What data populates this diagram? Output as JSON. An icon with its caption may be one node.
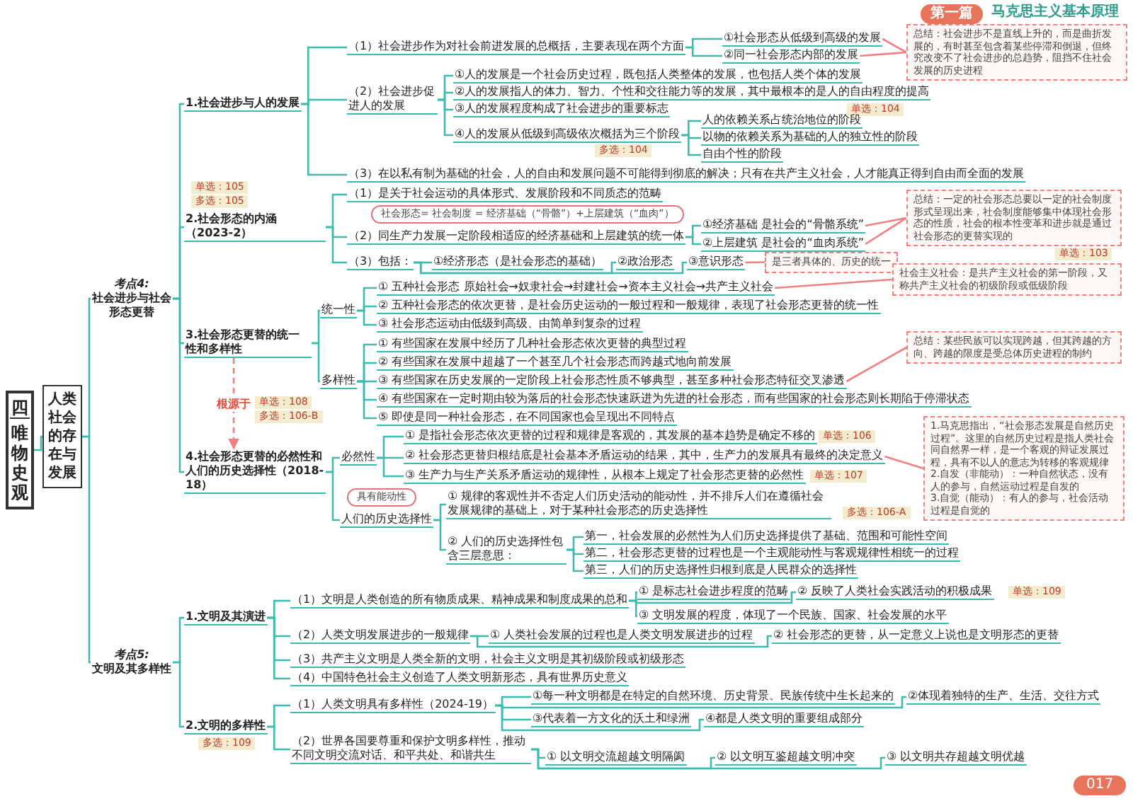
{
  "diagram": {
    "nodes": [
      {
        "text": [
          "四",
          "唯物史观"
        ]
      },
      {
        "text": [
          "人类社会的存在与发展"
        ]
      },
      {
        "text": [
          "考点4:",
          "社会进步与社会形态更替"
        ]
      },
      {
        "text": [
          "1.社会进步与人的发展"
        ]
      },
      {
        "text": [
          "（1）社会进步作为对社会前进发展的总概括，主要表现在两个方面"
        ]
      },
      {
        "text": [
          "①社会形态从低级到高级的发展"
        ]
      },
      {
        "text": [
          "②同一社会形态内部的发展"
        ]
      },
      {
        "text": [
          "总结：社会进步不是直线上升的，而是曲折发展的，有时甚至包含着某些停滞和倒退，但终究改变不了社会进步的总趋势，阻挡不住社会发展的历史进程"
        ]
      },
      {
        "text": [
          "（2）社会进步促进人的发展"
        ]
      },
      {
        "text": [
          "①人的发展是一个社会历史过程，既包括人类整体的发展，也包括人类个体的发展"
        ]
      },
      {
        "text": [
          "②人的发展指人的体力、智力、个性和交往能力等的发展，其中最根本的是人的自由程度的提高"
        ],
        "beside": [
          "单选：104"
        ]
      },
      {
        "text": [
          "③人的发展程度构成了社会进步的重要标志"
        ]
      },
      {
        "text": [
          "④人的发展从低级到高级依次概括为三个阶段"
        ],
        "beside": [
          "多选：104"
        ]
      },
      {
        "text": [
          "人的依赖关系占统治地位的阶段"
        ]
      },
      {
        "text": [
          "以物的依赖关系为基础的人的独立性的阶段"
        ]
      },
      {
        "text": [
          "自由个性的阶段"
        ]
      },
      {
        "text": [
          "（3）在以私有制为基础的社会，人的自由和发展问题不可能得到彻底的解决；只有在共产主义社会，人才能真正得到自由而全面的发展"
        ]
      },
      {
        "text": [
          "2.社会形态的内涵（2023-2）"
        ],
        "beside": [
          "单选：105",
          "多选：105"
        ]
      },
      {
        "text": [
          "（1）是关于社会运动的具体形式、发展阶段和不同质态的范畴"
        ]
      },
      {
        "text": [
          "社会形态= 社会制度 = 经济基础（“骨骼”）+上层建筑（“血肉”）"
        ]
      },
      {
        "text": [
          "（2）同生产力发展一定阶段相适应的经济基础和上层建筑的统一体"
        ]
      },
      {
        "text": [
          "①经济基础 是社会的“骨骼系统”"
        ]
      },
      {
        "text": [
          "②上层建筑 是社会的“血肉系统”"
        ]
      },
      {
        "text": [
          "总结：一定的社会形态总要以一定的社会制度形式呈现出来，社会制度能够集中体现社会形态的性质，社会的根本性变革和进步就是通过社会形态的更替实现的"
        ],
        "beside": [
          "单选：103"
        ]
      },
      {
        "text": [
          "（3）包括："
        ]
      },
      {
        "text": [
          "①经济形态（是社会形态的基础）"
        ]
      },
      {
        "text": [
          "②政治形态"
        ]
      },
      {
        "text": [
          "③意识形态"
        ]
      },
      {
        "text": [
          "是三者具体的、历史的统一"
        ]
      },
      {
        "text": [
          "3.社会形态更替的统一性和多样性"
        ]
      },
      {
        "text": [
          "统一性"
        ]
      },
      {
        "text": [
          "① 五种社会形态 原始社会→奴隶社会→封建社会→资本主义社会→共产主义社会"
        ]
      },
      {
        "text": [
          "社会主义社会：是共产主义社会的第一阶段，又称共产主义社会的初级阶段或低级阶段"
        ]
      },
      {
        "text": [
          "② 五种社会形态的依次更替，是社会历史运动的一般过程和一般规律，表现了社会形态更替的统一性"
        ]
      },
      {
        "text": [
          "③ 社会形态运动由低级到高级、由简单到复杂的过程"
        ]
      },
      {
        "text": [
          "多样性"
        ]
      },
      {
        "text": [
          "① 有些国家在发展中经历了几种社会形态依次更替的典型过程"
        ]
      },
      {
        "text": [
          "② 有些国家在发展中超越了一个甚至几个社会形态而跨越式地向前发展"
        ]
      },
      {
        "text": [
          "③ 有些国家在历史发展的一定阶段上社会形态性质不够典型，甚至多种社会形态特征交叉渗透"
        ]
      },
      {
        "text": [
          "④ 有些国家在一定时期由较为落后的社会形态快速跃进为先进的社会形态，而有些国家的社会形态则长期陷于停滞状态"
        ],
        "beside": [
          "单选：108",
          "多选：106-B"
        ]
      },
      {
        "text": [
          "⑤ 即使是同一种社会形态，在不同国家也会呈现出不同特点"
        ]
      },
      {
        "text": [
          "总结：某些民族可以实现跨越，但其跨越的方向、跨越的限度是受总体历史进程的制约"
        ]
      },
      {
        "text": [
          "4.社会形态更替的必然性和人们的历史选择性（2018-18）"
        ]
      },
      {
        "text": [
          "必然性"
        ]
      },
      {
        "text": [
          "① 是指社会形态依次更替的过程和规律是客观的，其发展的基本趋势是确定不移的"
        ],
        "beside": [
          "单选：106"
        ]
      },
      {
        "text": [
          "② 社会形态更替归根结底是社会基本矛盾运动的结果，其中，生产力的发展具有最终的决定意义"
        ]
      },
      {
        "text": [
          "③ 生产力与生产关系矛盾运动的规律性，从根本上规定了社会形态更替的必然性"
        ],
        "beside": [
          "单选：107"
        ]
      },
      {
        "text": [
          "1.马克思指出，“社会形态发展是自然历史过程”。这里的自然历史过程是指人类社会同自然界一样，是一个客观的辩证发展过程，具有不以人的意志为转移的客观规律",
          "2.自发（非能动）：一种自然状态，没有人的参与，自然运动过程是自发的",
          "3.自觉（能动）：有人的参与，社会活动过程是自觉的"
        ]
      },
      {
        "text": [
          "具有能动性"
        ]
      },
      {
        "text": [
          "人们的历史选择性"
        ]
      },
      {
        "text": [
          "① 规律的客观性并不否定人们历史活动的能动性，并不排斥人们在遵循社会发展规律的基础上，对于某种社会形态的历史选择性"
        ],
        "beside": [
          "多选：106-A"
        ]
      },
      {
        "text": [
          "② 人们的历史选择性包含三层意思："
        ]
      },
      {
        "text": [
          "第一，社会发展的必然性为人们历史选择提供了基础、范围和可能性空间"
        ]
      },
      {
        "text": [
          "第二，社会形态更替的过程也是一个主观能动性与客观规律性相统一的过程"
        ]
      },
      {
        "text": [
          "第三，人们的历史选择性归根到底是人民群众的选择性"
        ]
      },
      {
        "text": [
          "考点5:",
          "文明及其多样性"
        ]
      },
      {
        "text": [
          "1.文明及其演进"
        ]
      },
      {
        "text": [
          "（1）文明是人类创造的所有物质成果、精神成果和制度成果的总和"
        ]
      },
      {
        "text": [
          "① 是标志社会进步程度的范畴"
        ]
      },
      {
        "text": [
          "② 反映了人类社会实践活动的积极成果"
        ],
        "beside": [
          "单选：109"
        ]
      },
      {
        "text": [
          "③ 文明发展的程度，体现了一个民族、国家、社会发展的水平"
        ]
      },
      {
        "text": [
          "（2）人类文明发展进步的一般规律"
        ]
      },
      {
        "text": [
          "① 人类社会发展的过程也是人类文明发展进步的过程"
        ]
      },
      {
        "text": [
          "② 社会形态的更替，从一定意义上说也是文明形态的更替"
        ]
      },
      {
        "text": [
          "（3）共产主义文明是人类全新的文明，社会主义文明是其初级阶段或初级形态"
        ]
      },
      {
        "text": [
          "（4）中国特色社会主义创造了人类文明新形态，具有世界历史意义"
        ]
      },
      {
        "text": [
          "2.文明的多样性"
        ],
        "beside": [
          "多选：109"
        ]
      },
      {
        "text": [
          "（1）人类文明具有多样性（2024-19）"
        ]
      },
      {
        "text": [
          "①每一种文明都是在特定的自然环境、历史背景、民族传统中生长起来的"
        ]
      },
      {
        "text": [
          "②体现着独特的生产、生活、交往方式"
        ]
      },
      {
        "text": [
          "③代表着一方文化的沃土和绿洲"
        ]
      },
      {
        "text": [
          "④都是人类文明的重要组成部分"
        ]
      },
      {
        "text": [
          "（2）世界各国要尊重和保护文明多样性，推动不同文明交流对话、和平共处、和谐共生"
        ]
      },
      {
        "text": [
          "① 以文明交流超越文明隔阂"
        ]
      },
      {
        "text": [
          "② 以文明互鉴超越文明冲突"
        ]
      },
      {
        "text": [
          "③ 以文明共存超越文明优越"
        ]
      }
    ],
    "edges": [
      {
        "from": 0,
        "to": 1,
        "arrow": "none"
      },
      {
        "from": 1,
        "to": 2,
        "arrow": "none"
      },
      {
        "from": 1,
        "to": 55,
        "arrow": "none"
      },
      {
        "from": 2,
        "to": 3,
        "arrow": "none"
      },
      {
        "from": 3,
        "to": 4,
        "arrow": "none"
      },
      {
        "from": 4,
        "to": 5,
        "arrow": "none"
      },
      {
        "from": 4,
        "to": 6,
        "arrow": "none"
      },
      {
        "from": 5,
        "to": 7,
        "arrow": "none",
        "color": "#f08080"
      },
      {
        "from": 6,
        "to": 7,
        "arrow": "none",
        "color": "#f08080"
      },
      {
        "from": 3,
        "to": 8,
        "arrow": "none"
      },
      {
        "from": 8,
        "to": 9,
        "arrow": "none"
      },
      {
        "from": 8,
        "to": 10,
        "arrow": "none"
      },
      {
        "from": 8,
        "to": 11,
        "arrow": "none"
      },
      {
        "from": 8,
        "to": 12,
        "arrow": "none"
      },
      {
        "from": 12,
        "to": 13,
        "arrow": "none"
      },
      {
        "from": 12,
        "to": 14,
        "arrow": "none"
      },
      {
        "from": 12,
        "to": 15,
        "arrow": "none"
      },
      {
        "from": 3,
        "to": 16,
        "arrow": "none"
      },
      {
        "from": 2,
        "to": 17,
        "arrow": "none"
      },
      {
        "from": 17,
        "to": 18,
        "arrow": "none"
      },
      {
        "from": 17,
        "to": 20,
        "arrow": "none"
      },
      {
        "from": 20,
        "to": 21,
        "arrow": "none"
      },
      {
        "from": 20,
        "to": 22,
        "arrow": "none"
      },
      {
        "from": 21,
        "to": 23,
        "arrow": "none",
        "color": "#f08080"
      },
      {
        "from": 22,
        "to": 23,
        "arrow": "none",
        "color": "#f08080"
      },
      {
        "from": 17,
        "to": 24,
        "arrow": "none"
      },
      {
        "from": 24,
        "to": 25,
        "arrow": "none"
      },
      {
        "from": 24,
        "to": 26,
        "arrow": "none"
      },
      {
        "from": 24,
        "to": 27,
        "arrow": "none"
      },
      {
        "from": 27,
        "to": 28,
        "arrow": "none",
        "color": "#f08080"
      },
      {
        "from": 2,
        "to": 29,
        "arrow": "none"
      },
      {
        "from": 29,
        "to": 30,
        "arrow": "none"
      },
      {
        "from": 30,
        "to": 31,
        "arrow": "none"
      },
      {
        "from": 31,
        "to": 32,
        "arrow": "none",
        "color": "#f08080"
      },
      {
        "from": 30,
        "to": 33,
        "arrow": "none"
      },
      {
        "from": 30,
        "to": 34,
        "arrow": "none"
      },
      {
        "from": 29,
        "to": 35,
        "arrow": "none"
      },
      {
        "from": 35,
        "to": 36,
        "arrow": "none"
      },
      {
        "from": 35,
        "to": 37,
        "arrow": "none"
      },
      {
        "from": 35,
        "to": 38,
        "arrow": "none"
      },
      {
        "from": 35,
        "to": 39,
        "arrow": "none"
      },
      {
        "from": 35,
        "to": 40,
        "arrow": "none"
      },
      {
        "from": 38,
        "to": 41,
        "arrow": "none",
        "color": "#f08080"
      },
      {
        "from": 29,
        "to": 42,
        "arrow": "to",
        "label": "根源于",
        "style": "dashed",
        "color": "#f08080"
      },
      {
        "from": 2,
        "to": 42,
        "arrow": "none"
      },
      {
        "from": 42,
        "to": 43,
        "arrow": "none"
      },
      {
        "from": 43,
        "to": 44,
        "arrow": "none"
      },
      {
        "from": 43,
        "to": 45,
        "arrow": "none"
      },
      {
        "from": 43,
        "to": 46,
        "arrow": "none"
      },
      {
        "from": 45,
        "to": 47,
        "arrow": "none",
        "color": "#f08080"
      },
      {
        "from": 42,
        "to": 49,
        "arrow": "none"
      },
      {
        "from": 49,
        "to": 50,
        "arrow": "none"
      },
      {
        "from": 49,
        "to": 51,
        "arrow": "none"
      },
      {
        "from": 51,
        "to": 52,
        "arrow": "none"
      },
      {
        "from": 51,
        "to": 53,
        "arrow": "none"
      },
      {
        "from": 51,
        "to": 54,
        "arrow": "none"
      },
      {
        "from": 55,
        "to": 56,
        "arrow": "none"
      },
      {
        "from": 56,
        "to": 57,
        "arrow": "none"
      },
      {
        "from": 57,
        "to": 58,
        "arrow": "none"
      },
      {
        "from": 57,
        "to": 59,
        "arrow": "none"
      },
      {
        "from": 57,
        "to": 60,
        "arrow": "none"
      },
      {
        "from": 56,
        "to": 61,
        "arrow": "none"
      },
      {
        "from": 61,
        "to": 62,
        "arrow": "none"
      },
      {
        "from": 61,
        "to": 63,
        "arrow": "none"
      },
      {
        "from": 56,
        "to": 64,
        "arrow": "none"
      },
      {
        "from": 56,
        "to": 65,
        "arrow": "none"
      },
      {
        "from": 55,
        "to": 66,
        "arrow": "none"
      },
      {
        "from": 66,
        "to": 67,
        "arrow": "none"
      },
      {
        "from": 67,
        "to": 68,
        "arrow": "none"
      },
      {
        "from": 67,
        "to": 69,
        "arrow": "none"
      },
      {
        "from": 67,
        "to": 70,
        "arrow": "none"
      },
      {
        "from": 67,
        "to": 71,
        "arrow": "none"
      },
      {
        "from": 66,
        "to": 72,
        "arrow": "none"
      },
      {
        "from": 72,
        "to": 73,
        "arrow": "none"
      },
      {
        "from": 72,
        "to": 74,
        "arrow": "none"
      },
      {
        "from": 72,
        "to": 75,
        "arrow": "none"
      }
    ],
    "labels": [
      "第一篇",
      "马克思主义基本原理",
      "017"
    ]
  }
}
